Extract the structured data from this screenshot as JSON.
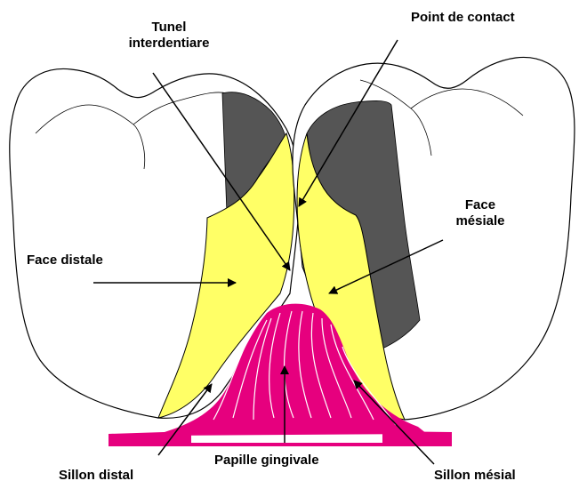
{
  "labels": {
    "tunnel_line1": "Tunel",
    "tunnel_line2": "interdentiare",
    "contact_point": "Point de contact",
    "mesial_face_line1": "Face",
    "mesial_face_line2": "mésiale",
    "distal_face": "Face distale",
    "papilla": "Papille gingivale",
    "distal_sulcus": "Sillon distal",
    "mesial_sulcus": "Sillon mésial"
  },
  "colors": {
    "tooth_fill": "#ffffff",
    "tooth_outline": "#000000",
    "contact_face": "#ffff66",
    "shadow": "#555555",
    "gingiva": "#e6007e",
    "gingiva_lines": "#ffffff",
    "arrows": "#000000"
  }
}
